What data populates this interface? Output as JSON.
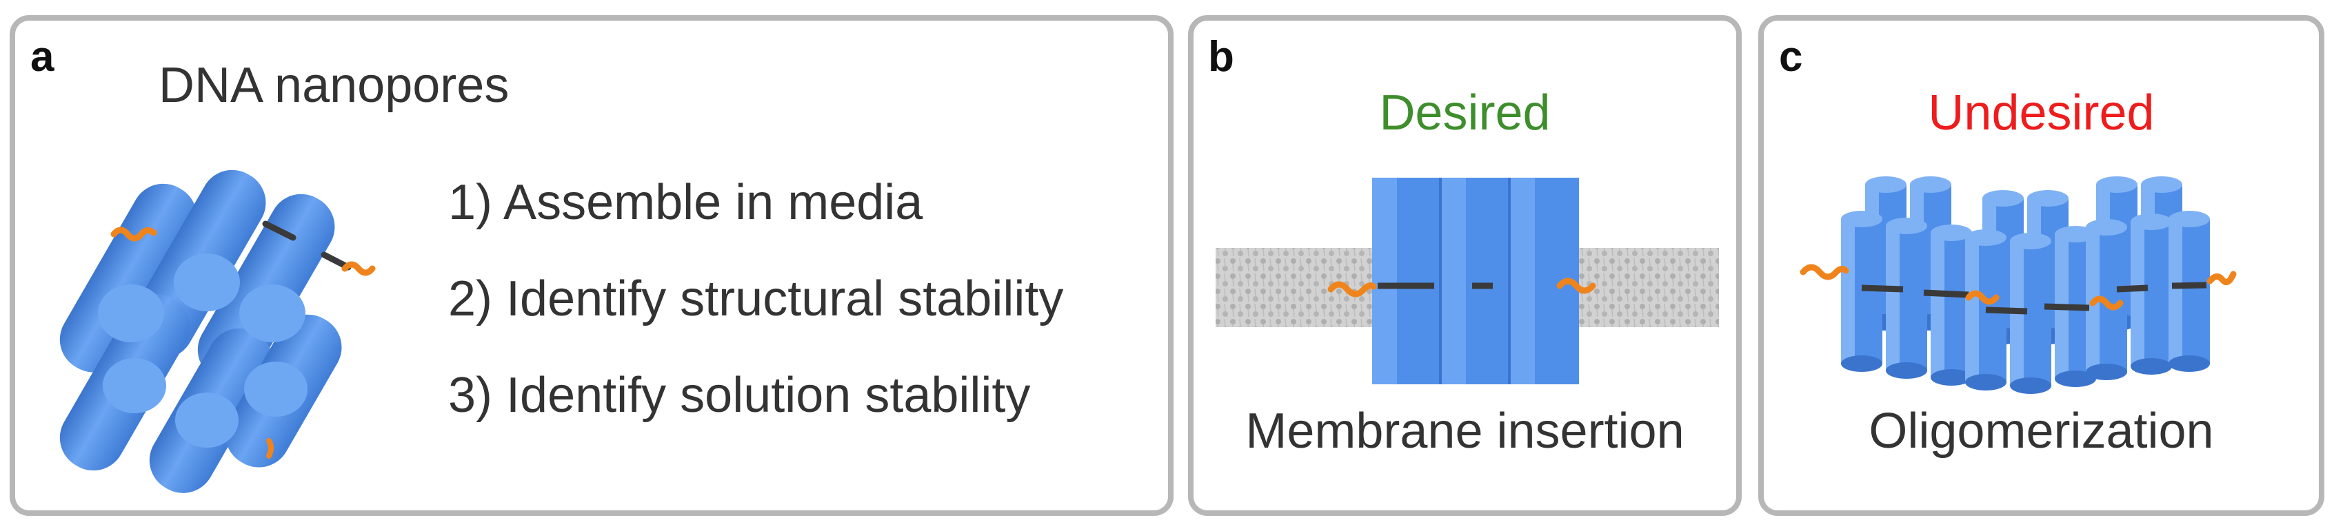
{
  "panels": {
    "a": {
      "label": "a",
      "title": "DNA nanopores",
      "steps": [
        "1) Assemble in media",
        "2) Identify structural stability",
        "3) Identify solution stability"
      ]
    },
    "b": {
      "label": "b",
      "heading": "Desired",
      "caption": "Membrane insertion"
    },
    "c": {
      "label": "c",
      "heading": "Undesired",
      "caption": "Oligomerization"
    }
  },
  "colors": {
    "panel_border": "#b7b7b7",
    "cylinder_blue": "#4f8fe9",
    "cylinder_light": "#7fb2f5",
    "cylinder_dark": "#3a74cc",
    "cholesterol_orange": "#f0841c",
    "membrane_gray": "#c9c9c9",
    "desired_green": "#3e8e2c",
    "undesired_red": "#ee1c1c",
    "text": "#333333"
  }
}
